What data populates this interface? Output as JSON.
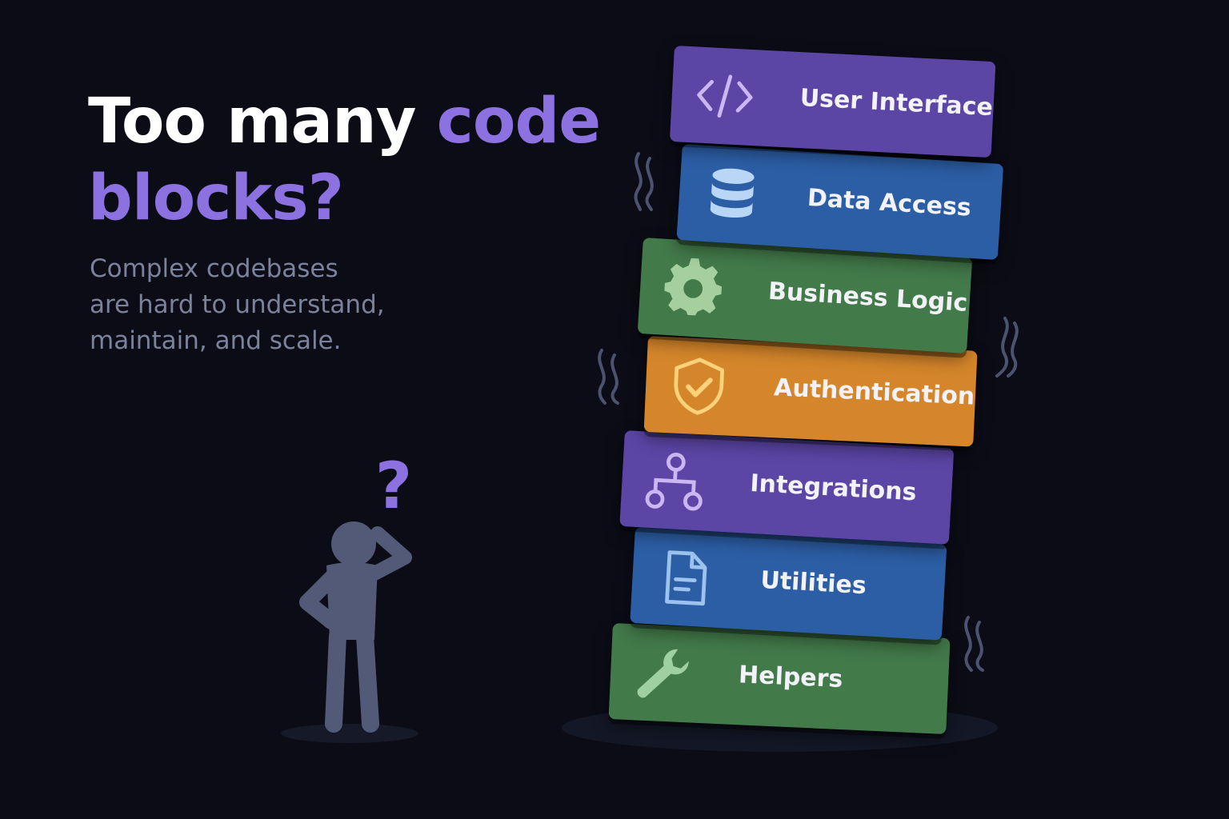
{
  "headline": {
    "part1": "Too many ",
    "accent1": "code",
    "accent2": "blocks?"
  },
  "subtitle": {
    "lines": [
      "Complex codebases",
      "are hard to understand,",
      "maintain, and scale."
    ]
  },
  "figure": {
    "question_mark": "?"
  },
  "stack": {
    "blocks": [
      {
        "label": "User Interface",
        "icon": "code-brackets-icon",
        "color": "#5b46a6"
      },
      {
        "label": "Data Access",
        "icon": "database-icon",
        "color": "#2c5ea6"
      },
      {
        "label": "Business Logic",
        "icon": "gear-icon",
        "color": "#437a4a"
      },
      {
        "label": "Authentication",
        "icon": "shield-check-icon",
        "color": "#d6862a"
      },
      {
        "label": "Integrations",
        "icon": "network-icon",
        "color": "#5b46a6"
      },
      {
        "label": "Utilities",
        "icon": "document-icon",
        "color": "#2c5ea6"
      },
      {
        "label": "Helpers",
        "icon": "wrench-icon",
        "color": "#437a4a"
      }
    ]
  },
  "colors": {
    "background": "#0b0c16",
    "accent": "#8b72e0",
    "subtitle": "#7b829c",
    "figure": "#525a77"
  }
}
